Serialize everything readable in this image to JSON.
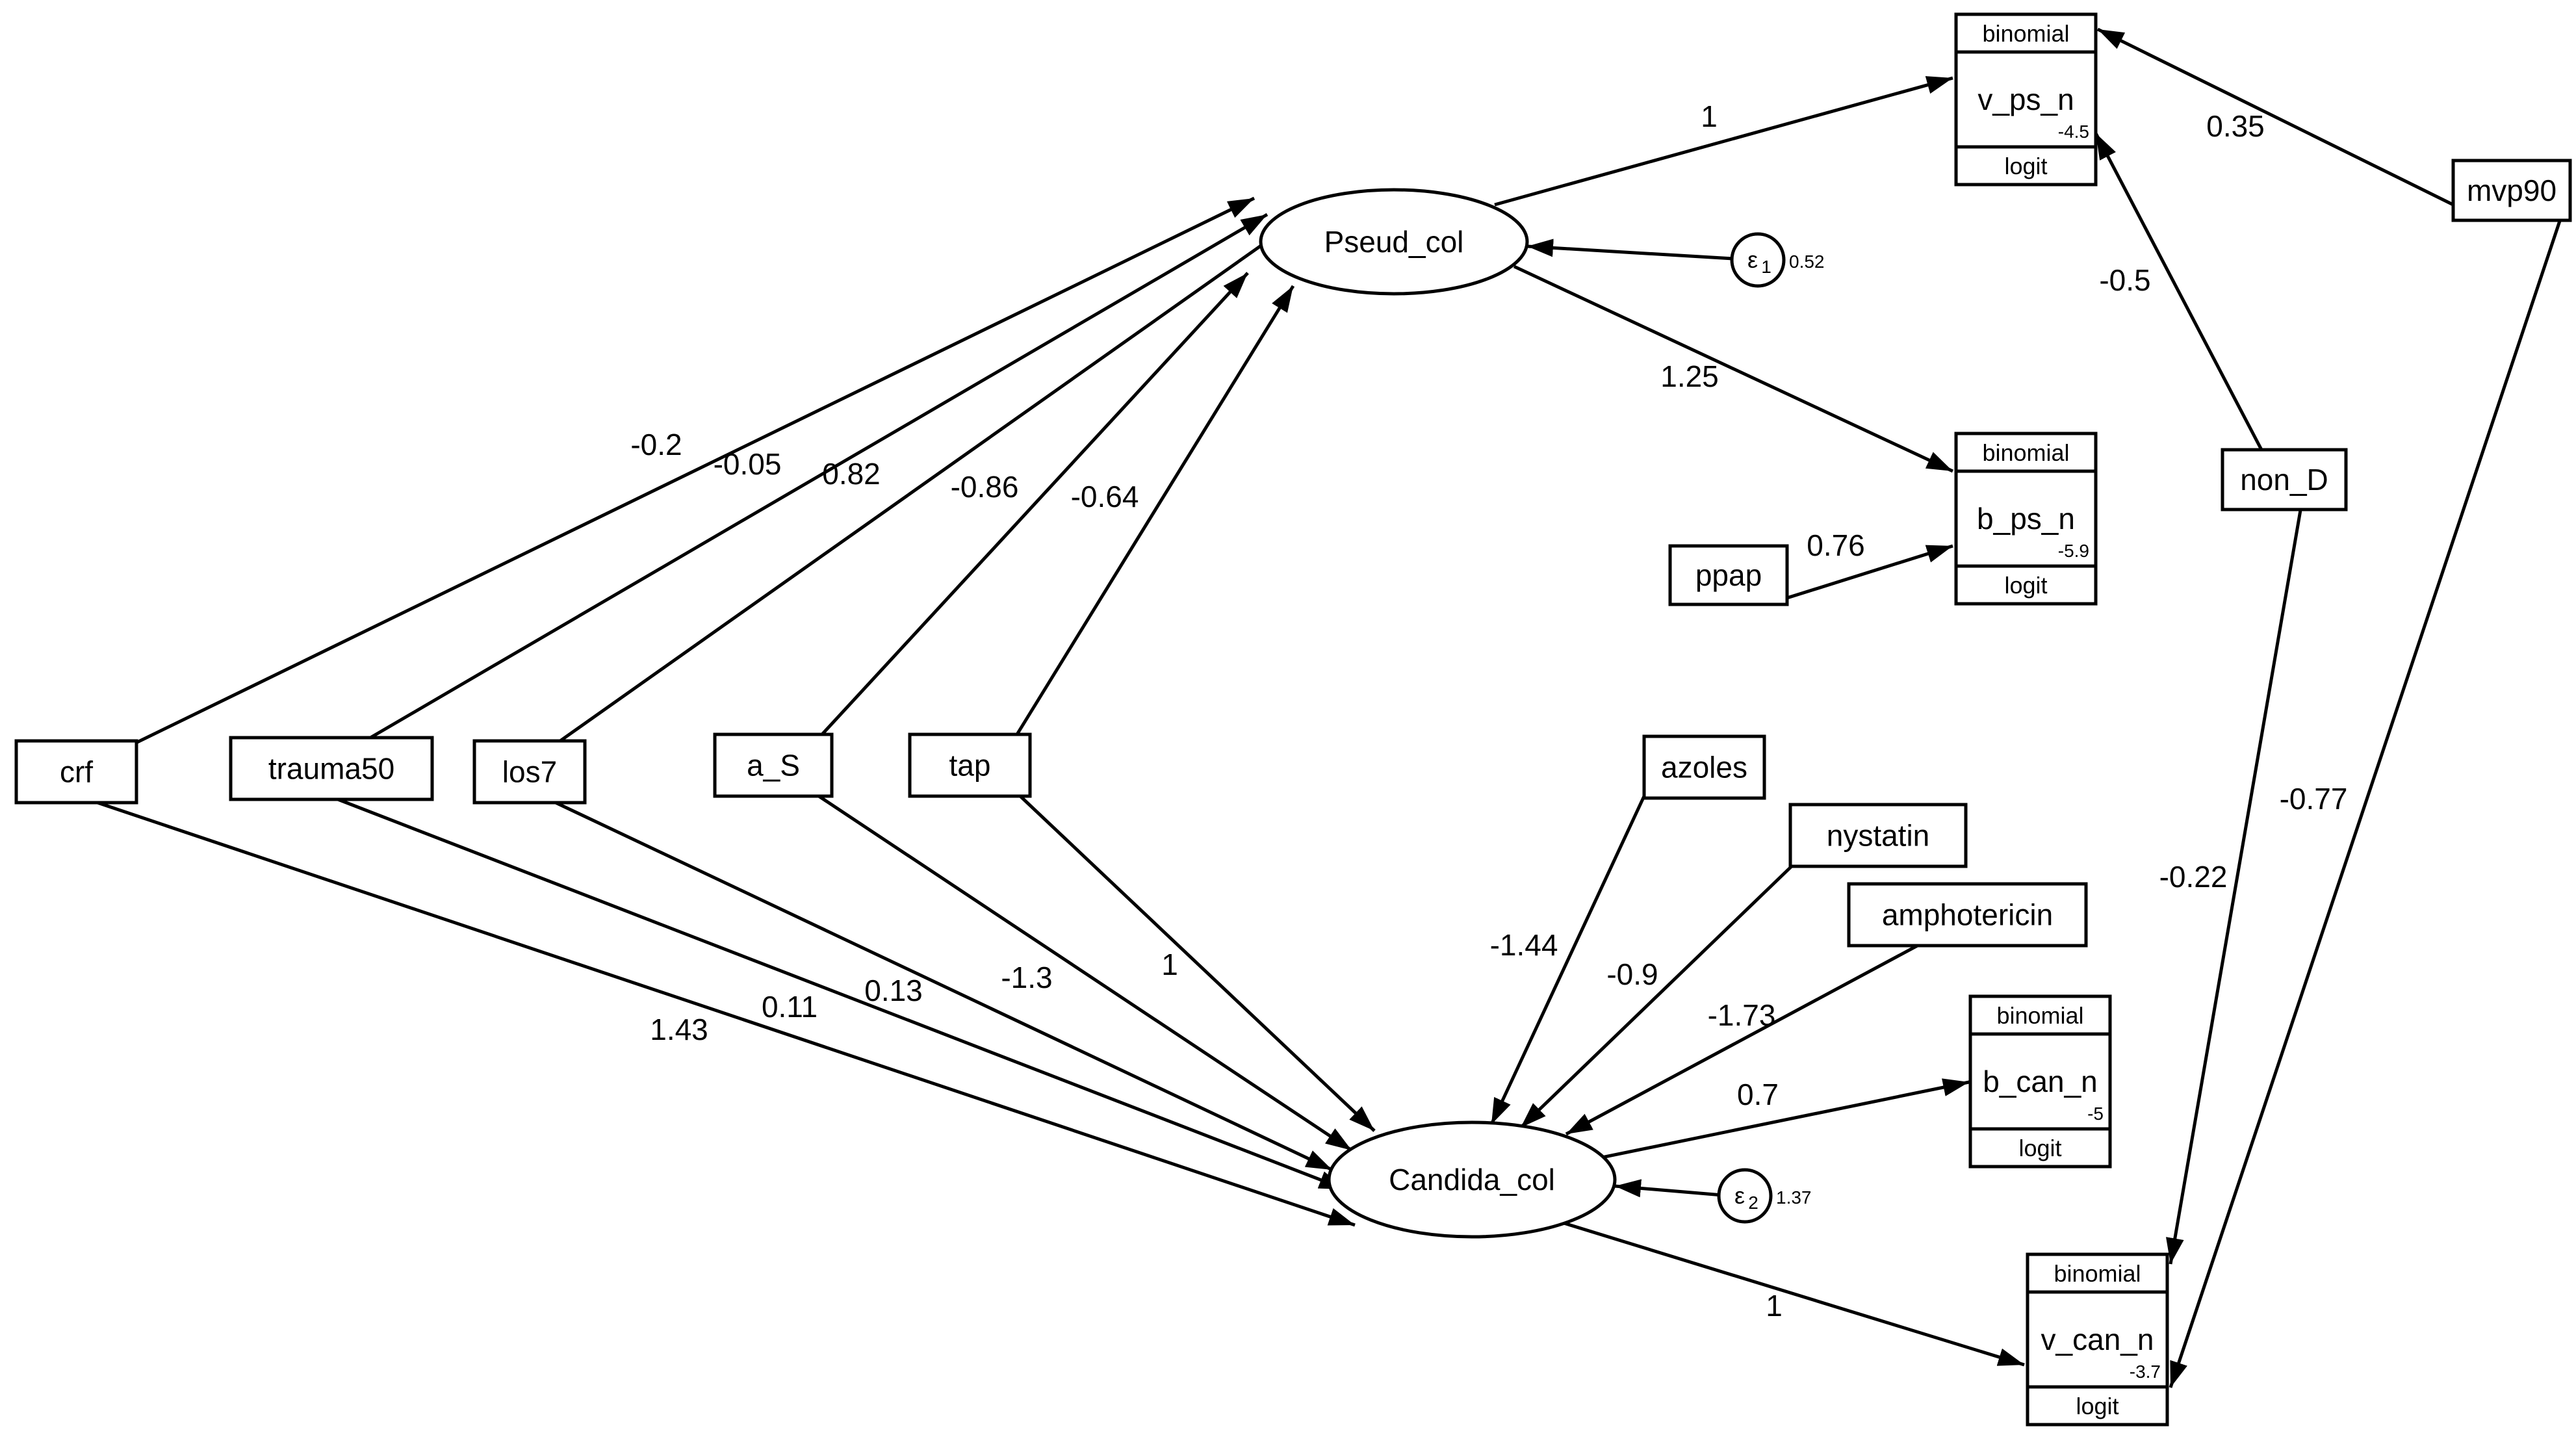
{
  "latents": [
    {
      "id": "pseud",
      "label": "Pseud_col"
    },
    {
      "id": "candida",
      "label": "Candida_col"
    }
  ],
  "errors": [
    {
      "id": "e1",
      "symbol": "ε",
      "sub": "1",
      "variance": "0.52"
    },
    {
      "id": "e2",
      "symbol": "ε",
      "sub": "2",
      "variance": "1.37"
    }
  ],
  "observed": [
    {
      "id": "crf",
      "label": "crf"
    },
    {
      "id": "trauma50",
      "label": "trauma50"
    },
    {
      "id": "los7",
      "label": "los7"
    },
    {
      "id": "a_S",
      "label": "a_S"
    },
    {
      "id": "tap",
      "label": "tap"
    },
    {
      "id": "ppap",
      "label": "ppap"
    },
    {
      "id": "azoles",
      "label": "azoles"
    },
    {
      "id": "nystatin",
      "label": "nystatin"
    },
    {
      "id": "amphotericin",
      "label": "amphotericin"
    },
    {
      "id": "non_D",
      "label": "non_D"
    },
    {
      "id": "mvp90",
      "label": "mvp90"
    }
  ],
  "outcomes": [
    {
      "id": "v_ps_n",
      "family": "binomial",
      "label": "v_ps_n",
      "intercept": "-4.5",
      "link": "logit"
    },
    {
      "id": "b_ps_n",
      "family": "binomial",
      "label": "b_ps_n",
      "intercept": "-5.9",
      "link": "logit"
    },
    {
      "id": "b_can_n",
      "family": "binomial",
      "label": "b_can_n",
      "intercept": "-5",
      "link": "logit"
    },
    {
      "id": "v_can_n",
      "family": "binomial",
      "label": "v_can_n",
      "intercept": "-3.7",
      "link": "logit"
    }
  ],
  "paths": [
    {
      "from": "crf",
      "to": "pseud",
      "coef": "-0.2"
    },
    {
      "from": "trauma50",
      "to": "pseud",
      "coef": "-0.05"
    },
    {
      "from": "los7",
      "to": "pseud",
      "coef": "0.82"
    },
    {
      "from": "a_S",
      "to": "pseud",
      "coef": "-0.86"
    },
    {
      "from": "tap",
      "to": "pseud",
      "coef": "-0.64"
    },
    {
      "from": "pseud",
      "to": "v_ps_n",
      "coef": "1"
    },
    {
      "from": "pseud",
      "to": "b_ps_n",
      "coef": "1.25"
    },
    {
      "from": "ppap",
      "to": "b_ps_n",
      "coef": "0.76"
    },
    {
      "from": "mvp90",
      "to": "v_ps_n",
      "coef": "0.35"
    },
    {
      "from": "non_D",
      "to": "v_ps_n",
      "coef": "-0.5"
    },
    {
      "from": "crf",
      "to": "candida",
      "coef": "1.43"
    },
    {
      "from": "trauma50",
      "to": "candida",
      "coef": "0.11"
    },
    {
      "from": "los7",
      "to": "candida",
      "coef": "0.13"
    },
    {
      "from": "a_S",
      "to": "candida",
      "coef": "-1.3"
    },
    {
      "from": "tap",
      "to": "candida",
      "coef": "1"
    },
    {
      "from": "azoles",
      "to": "candida",
      "coef": "-1.44"
    },
    {
      "from": "nystatin",
      "to": "candida",
      "coef": "-0.9"
    },
    {
      "from": "amphotericin",
      "to": "candida",
      "coef": "-1.73"
    },
    {
      "from": "candida",
      "to": "b_can_n",
      "coef": "0.7"
    },
    {
      "from": "candida",
      "to": "v_can_n",
      "coef": "1"
    },
    {
      "from": "non_D",
      "to": "v_can_n",
      "coef": "-0.22"
    },
    {
      "from": "mvp90",
      "to": "v_can_n",
      "coef": "-0.77"
    }
  ]
}
